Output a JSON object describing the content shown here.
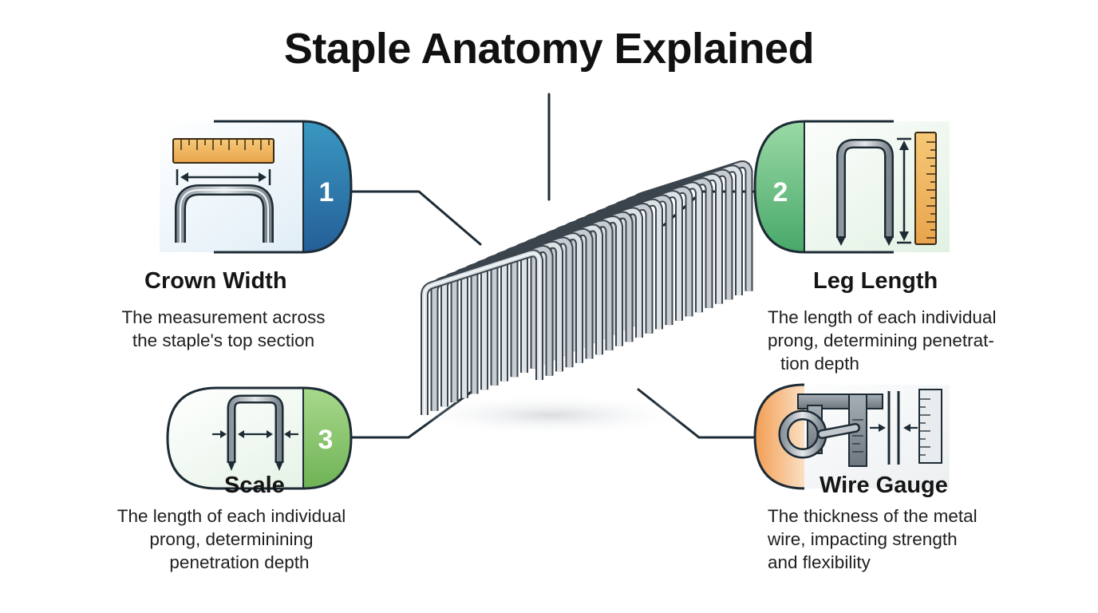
{
  "title": "Staple Anatomy Explained",
  "callouts": [
    {
      "number": "1",
      "label": "Crown Width",
      "description": [
        "The measurement across",
        "the staple's top section"
      ]
    },
    {
      "number": "2",
      "label": "Leg Length",
      "description": [
        "The length of each individual",
        "prong, determining penetrat-",
        "tion depth"
      ]
    },
    {
      "number": "3",
      "label": "Scale",
      "description": [
        "The length of each individual",
        "prong, determinining",
        "penetration depth"
      ]
    },
    {
      "number": "",
      "label": "Wire Gauge",
      "description": [
        "The thickness of the metal",
        "wire, impacting strength",
        "and flexibility"
      ]
    }
  ],
  "colors": {
    "blue_tab": "#2f7fae",
    "green_tab": "#5cb87e",
    "light_green_tab": "#8cc66e",
    "orange_tab": "#f0a25e",
    "ruler": "#f2ba62",
    "outline": "#1d2b35",
    "steel": "#b9c0c6"
  },
  "icons": [
    "ruler-icon",
    "caliper-icon",
    "wire-loop-icon",
    "staple-icon",
    "staple-strip-icon"
  ]
}
